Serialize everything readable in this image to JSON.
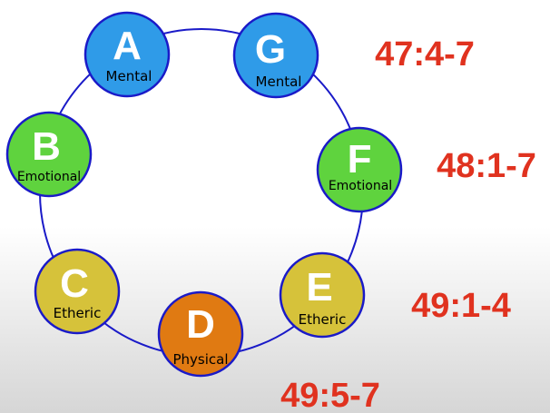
{
  "nodes": [
    {
      "id": "A",
      "letter": "A",
      "label": "Mental",
      "color": "#2f9be8"
    },
    {
      "id": "G",
      "letter": "G",
      "label": "Mental",
      "color": "#2f9be8"
    },
    {
      "id": "B",
      "letter": "B",
      "label": "Emotional",
      "color": "#5fd33e"
    },
    {
      "id": "F",
      "letter": "F",
      "label": "Emotional",
      "color": "#5fd33e"
    },
    {
      "id": "C",
      "letter": "C",
      "label": "Etheric",
      "color": "#d6c23a"
    },
    {
      "id": "E",
      "letter": "E",
      "label": "Etheric",
      "color": "#d6c23a"
    },
    {
      "id": "D",
      "letter": "D",
      "label": "Physical",
      "color": "#e07a12"
    }
  ],
  "refs": {
    "r1": "47:4-7",
    "r2": "48:1-7",
    "r3": "49:1-4",
    "r4": "49:5-7"
  },
  "colors": {
    "ring": "#1a1ac8",
    "node_border": "#1a1ac8",
    "ref": "#e0321f"
  }
}
